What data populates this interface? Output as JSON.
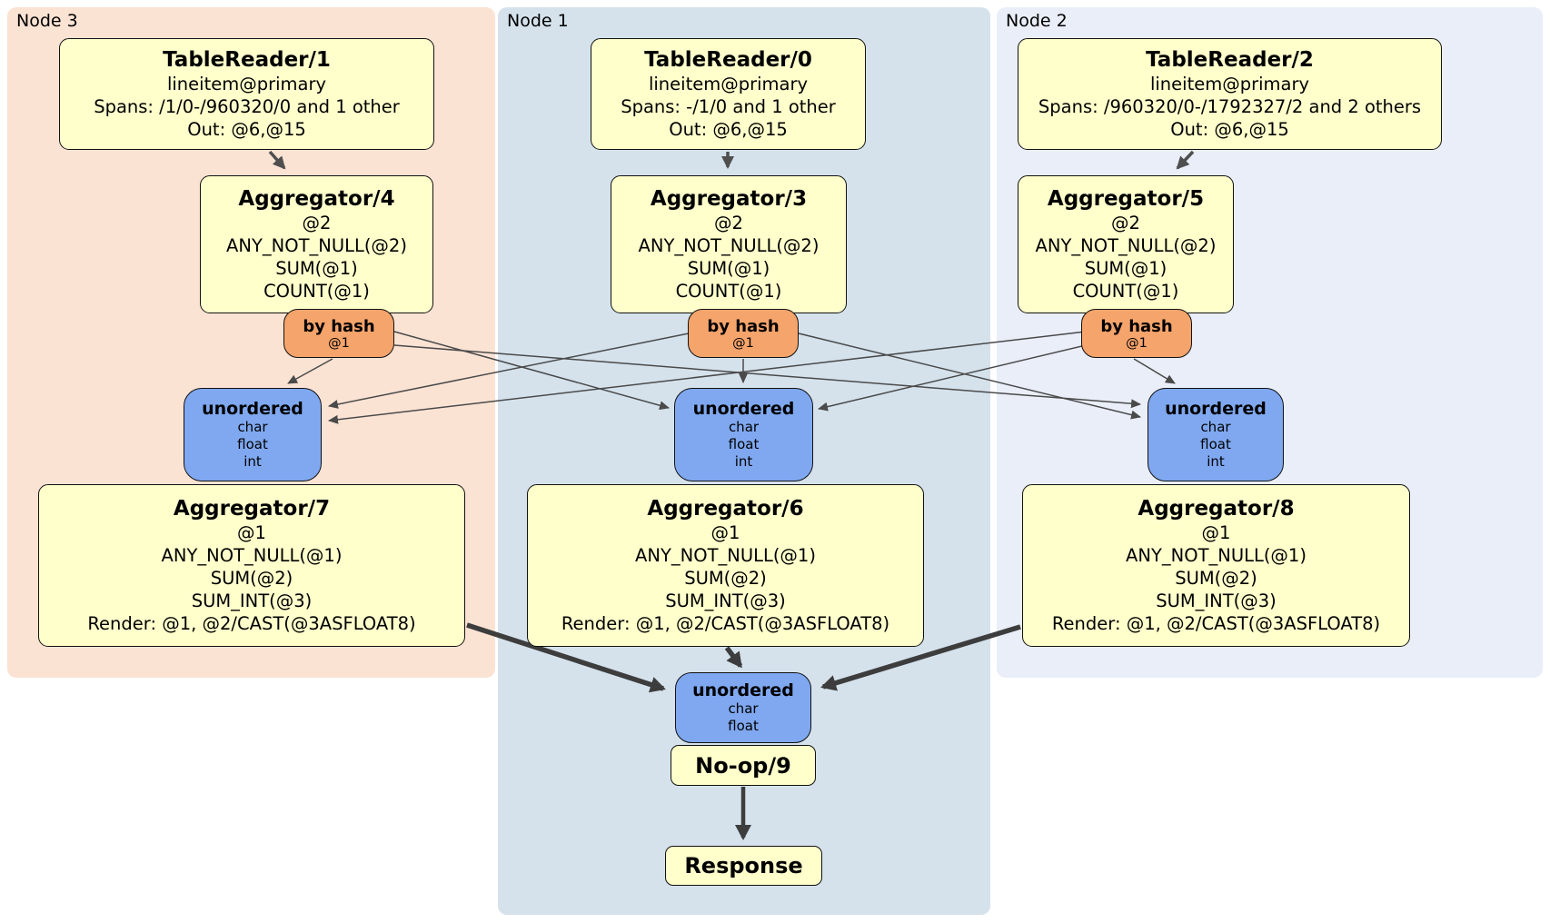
{
  "groups": {
    "node3": {
      "label": "Node 3"
    },
    "node1": {
      "label": "Node 1"
    },
    "node2": {
      "label": "Node 2"
    }
  },
  "table_readers": {
    "tr1": {
      "title": "TableReader/1",
      "index": "lineitem@primary",
      "spans": "Spans: /1/0-/960320/0 and 1 other",
      "out": "Out: @6,@15"
    },
    "tr0": {
      "title": "TableReader/0",
      "index": "lineitem@primary",
      "spans": "Spans: -/1/0 and 1 other",
      "out": "Out: @6,@15"
    },
    "tr2": {
      "title": "TableReader/2",
      "index": "lineitem@primary",
      "spans": "Spans: /960320/0-/1792327/2 and 2 others",
      "out": "Out: @6,@15"
    }
  },
  "stage1_aggregators": {
    "agg4": {
      "title": "Aggregator/4",
      "lines": [
        "@2",
        "ANY_NOT_NULL(@2)",
        "SUM(@1)",
        "COUNT(@1)"
      ]
    },
    "agg3": {
      "title": "Aggregator/3",
      "lines": [
        "@2",
        "ANY_NOT_NULL(@2)",
        "SUM(@1)",
        "COUNT(@1)"
      ]
    },
    "agg5": {
      "title": "Aggregator/5",
      "lines": [
        "@2",
        "ANY_NOT_NULL(@2)",
        "SUM(@1)",
        "COUNT(@1)"
      ]
    }
  },
  "hash_routers": {
    "hash3": {
      "title": "by hash",
      "key": "@1"
    },
    "hash1": {
      "title": "by hash",
      "key": "@1"
    },
    "hash2": {
      "title": "by hash",
      "key": "@1"
    }
  },
  "unordered_syncs": {
    "sync3": {
      "title": "unordered",
      "types": [
        "char",
        "float",
        "int"
      ]
    },
    "sync1": {
      "title": "unordered",
      "types": [
        "char",
        "float",
        "int"
      ]
    },
    "sync2": {
      "title": "unordered",
      "types": [
        "char",
        "float",
        "int"
      ]
    }
  },
  "stage2_aggregators": {
    "agg7": {
      "title": "Aggregator/7",
      "lines": [
        "@1",
        "ANY_NOT_NULL(@1)",
        "SUM(@2)",
        "SUM_INT(@3)",
        "Render: @1, @2/CAST(@3ASFLOAT8)"
      ]
    },
    "agg6": {
      "title": "Aggregator/6",
      "lines": [
        "@1",
        "ANY_NOT_NULL(@1)",
        "SUM(@2)",
        "SUM_INT(@3)",
        "Render: @1, @2/CAST(@3ASFLOAT8)"
      ]
    },
    "agg8": {
      "title": "Aggregator/8",
      "lines": [
        "@1",
        "ANY_NOT_NULL(@1)",
        "SUM(@2)",
        "SUM_INT(@3)",
        "Render: @1, @2/CAST(@3ASFLOAT8)"
      ]
    }
  },
  "final_sync": {
    "title": "unordered",
    "types": [
      "char",
      "float"
    ]
  },
  "noop": {
    "label": "No-op/9"
  },
  "response": {
    "label": "Response"
  },
  "colors": {
    "node3_bg": "#FBE3D4",
    "node1_bg": "#D5E2EC",
    "node2_bg": "#E9EEF8",
    "processor_bg": "#FFFFCC",
    "router_bg": "#F5A46C",
    "sync_bg": "#7FA8F0",
    "box_border": "#111111",
    "edge_thin": "#4A4A4A",
    "edge_thick": "#3D3D3D"
  }
}
